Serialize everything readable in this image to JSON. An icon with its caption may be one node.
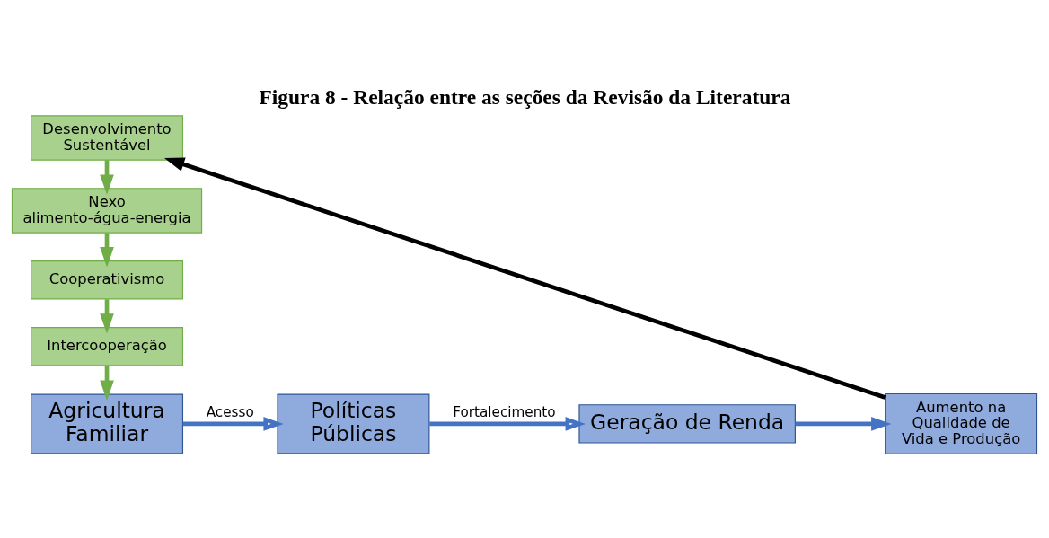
{
  "diagram": {
    "title": "Figura 8 - Relação entre as seções da Revisão da Literatura",
    "nodes": [
      {
        "text": [
          "Desenvolvimento Sustentável"
        ]
      },
      {
        "text": [
          "Nexo alimento-água-energia"
        ]
      },
      {
        "text": [
          "Cooperativismo"
        ]
      },
      {
        "text": [
          "Intercooperação"
        ]
      },
      {
        "text": [
          "Agricultura Familiar"
        ]
      },
      {
        "text": [
          "Políticas Públicas"
        ]
      },
      {
        "text": [
          "Geração de Renda"
        ]
      },
      {
        "text": [
          "Aumento na Qualidade de Vida e Produção"
        ]
      }
    ],
    "edges": [
      {
        "from": 0,
        "to": 1,
        "arrow": "to"
      },
      {
        "from": 1,
        "to": 2,
        "arrow": "to"
      },
      {
        "from": 2,
        "to": 3,
        "arrow": "to"
      },
      {
        "from": 3,
        "to": 4,
        "arrow": "to"
      },
      {
        "from": 4,
        "to": 5,
        "arrow": "to",
        "label": "Acesso",
        "color": "#4472c4"
      },
      {
        "from": 5,
        "to": 6,
        "arrow": "to",
        "label": "Fortalecimento",
        "color": "#4472c4"
      },
      {
        "from": 6,
        "to": 7,
        "arrow": "to",
        "color": "#4472c4"
      },
      {
        "from": 7,
        "to": 0,
        "arrow": "to",
        "color": "#000000"
      }
    ]
  }
}
